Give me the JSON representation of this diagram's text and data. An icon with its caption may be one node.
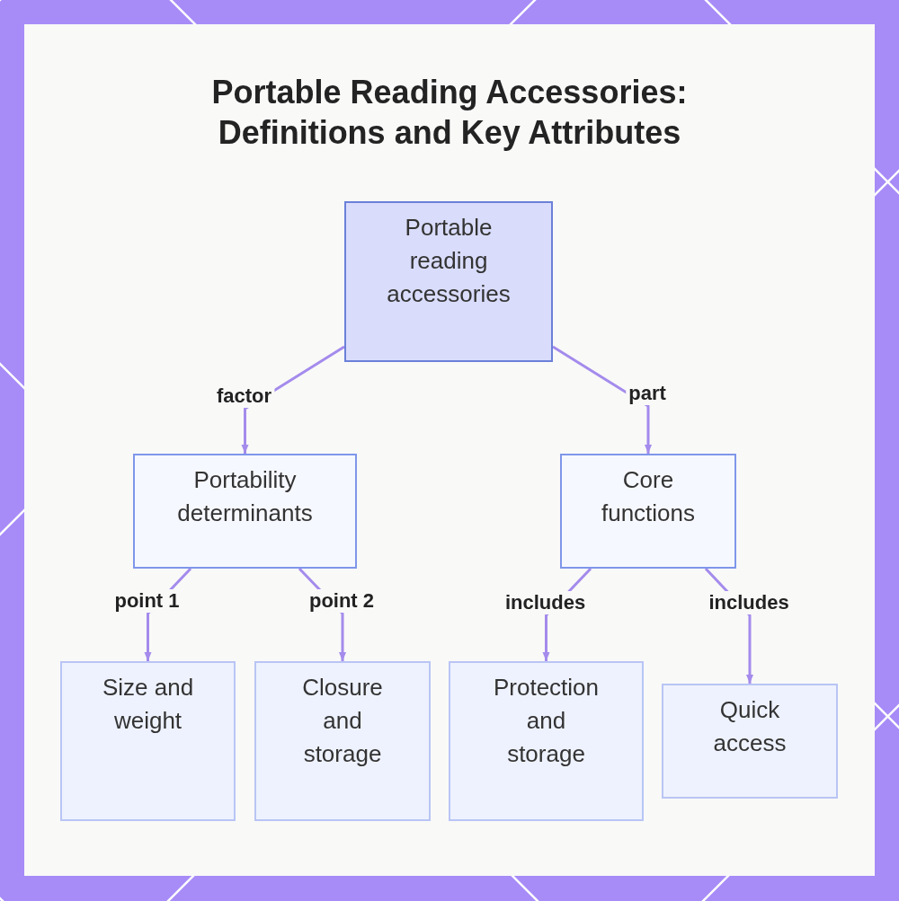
{
  "diagram": {
    "title": "Portable Reading Accessories: Definitions and Key Attributes",
    "nodes": [
      {
        "text": [
          "Portable reading accessories"
        ]
      },
      {
        "text": [
          "Portability determinants"
        ]
      },
      {
        "text": [
          "Core functions"
        ]
      },
      {
        "text": [
          "Size and weight"
        ]
      },
      {
        "text": [
          "Closure and storage"
        ]
      },
      {
        "text": [
          "Protection and storage"
        ]
      },
      {
        "text": [
          "Quick access"
        ]
      }
    ],
    "edges": [
      {
        "from": 0,
        "to": 1,
        "arrow": "to",
        "label": "factor"
      },
      {
        "from": 0,
        "to": 2,
        "arrow": "to",
        "label": "part"
      },
      {
        "from": 1,
        "to": 3,
        "arrow": "to",
        "label": "point 1"
      },
      {
        "from": 1,
        "to": 4,
        "arrow": "to",
        "label": "point 2"
      },
      {
        "from": 2,
        "to": 5,
        "arrow": "to",
        "label": "includes"
      },
      {
        "from": 2,
        "to": 6,
        "arrow": "to",
        "label": "includes"
      }
    ]
  }
}
